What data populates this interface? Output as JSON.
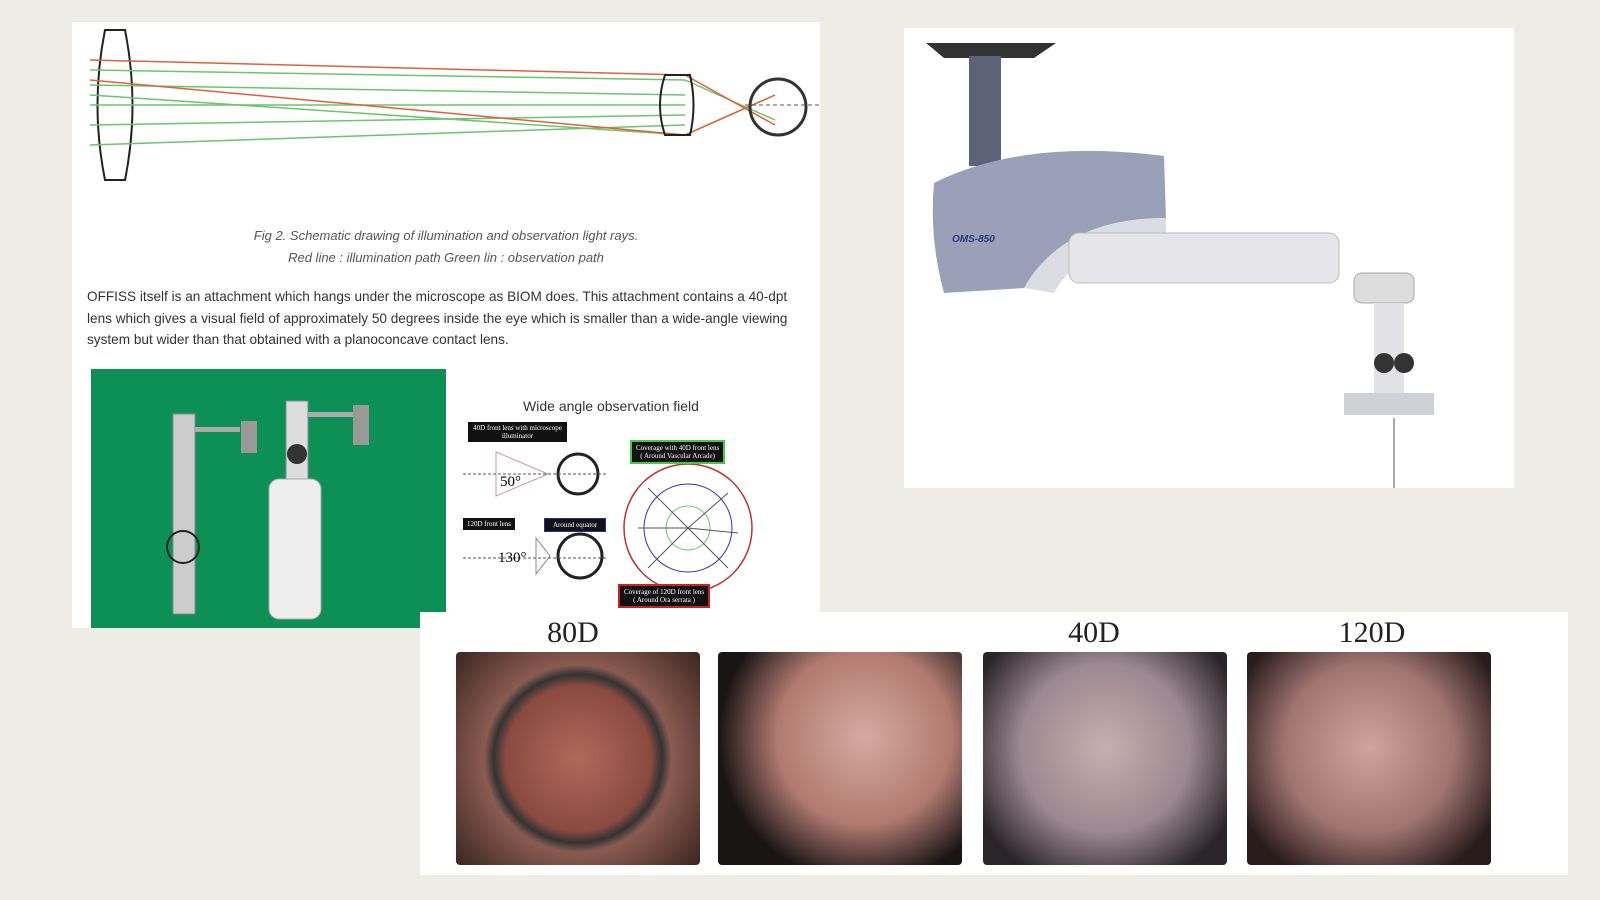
{
  "figure": {
    "caption_line1": "Fig 2. Schematic drawing of illumination and observation light rays.",
    "caption_line2": "Red line : illumination path Green lin : observation path",
    "paragraph": "OFFISS itself is an attachment which hangs under the microscope as BIOM does. This attachment contains a 40-dpt lens which gives a visual field of approximately 50 degrees inside the eye which is smaller than a wide-angle viewing system but wider than that obtained with a planoconcave contact lens."
  },
  "wide_angle": {
    "title": "Wide angle observation field",
    "box_40d": "40D front lens with microscope illuminator",
    "angle_50": "50°",
    "box_120d": "120D front lens",
    "box_equator": "Around equator",
    "angle_130": "130°",
    "box_cov40_line1": "Coverage with 40D front lens",
    "box_cov40_line2": "( Around Vascular Arcade)",
    "box_cov120_line1": "Coverage of 120D front lens",
    "box_cov120_line2": "( Around Ora serrata )"
  },
  "microscope": {
    "brand": "OMS-850"
  },
  "lens_labels": {
    "a": "80D",
    "b": "40D",
    "c": "120D"
  },
  "colors": {
    "illumination": "#e0603a",
    "observation": "#5cb85c",
    "photo_bg": "#0d9055"
  }
}
